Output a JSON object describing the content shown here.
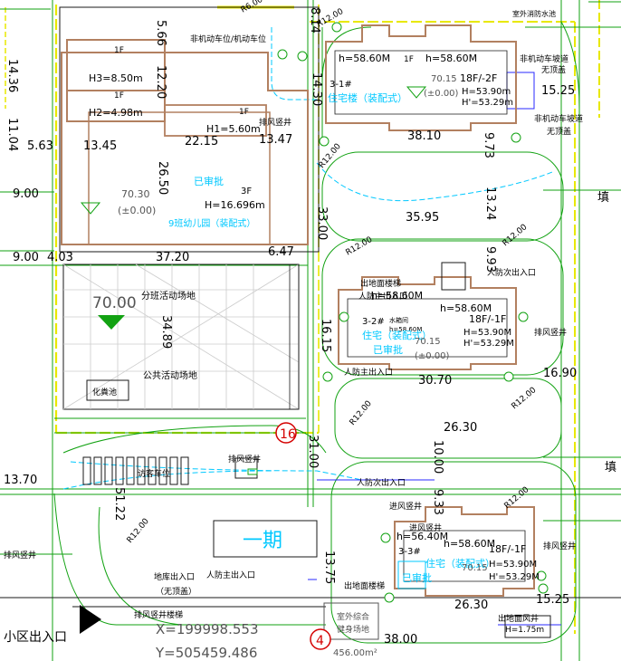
{
  "plot": {
    "dimensions": {
      "d_14_36": "14.36",
      "d_11_04": "11.04",
      "d_5_63": "5.63",
      "d_5_66": "5.66",
      "d_12_20": "12.20",
      "d_13_45": "13.45",
      "d_22_15": "22.15",
      "d_13_47": "13.47",
      "d_26_50": "26.50",
      "d_9_00a": "9.00",
      "d_9_00b": "9.00",
      "d_4_03": "4.03",
      "d_37_20": "37.20",
      "d_6_47": "6.47",
      "d_34_89": "34.89",
      "d_14_30": "14.30",
      "d_8_14": "8.14",
      "d_38_10": "38.10",
      "d_9_73": "9.73",
      "d_15_25a": "15.25",
      "d_33_00": "33.00",
      "d_13_24": "13.24",
      "d_35_95": "35.95",
      "d_9_93": "9.93",
      "d_16_15": "16.15",
      "d_30_70": "30.70",
      "d_16_90": "16.90",
      "d_26_30a": "26.30",
      "d_10_00": "10.00",
      "d_31_00": "31.00",
      "d_13_70": "13.70",
      "d_51_22": "51.22",
      "d_13_75": "13.75",
      "d_9_33": "9.33",
      "d_26_30b": "26.30",
      "d_15_25b": "15.25",
      "d_38_00": "38.00"
    },
    "radii": {
      "r_top": "R12.00",
      "r_left_mid": "R12.00",
      "r_right_mid": "R12.00",
      "r_center_low": "R12.00",
      "r_right_low": "R12.00",
      "r_right_lower2": "R12.00",
      "r_road_left": "R12.00",
      "r_top_right": "R6.00",
      "r_top_mid": "R12.00"
    },
    "buildings": {
      "kindergarten": {
        "floor_1f_a": "1F",
        "h3": "H3=8.50m",
        "floor_1f_b": "1F",
        "h2": "H2=4.98m",
        "floor_1f_c": "1F",
        "h1": "H1=5.60m",
        "elevation": "70.30",
        "datum": "(±0.00)",
        "approved": "已审批",
        "floors": "3F",
        "height": "H=16.696m",
        "name": "9班幼儿园（装配式）"
      },
      "res_3_1": {
        "h_a": "h=58.60M",
        "floor_1f": "1F",
        "h_b": "h=58.60M",
        "name_code": "3-1#",
        "elevation": "70.15",
        "datum": "(±0.00)",
        "floors": "18F/-2F",
        "height_a": "H=53.90m",
        "height_b": "H'=53.29m",
        "type": "住宅楼（装配式）"
      },
      "res_3_2": {
        "h_a": "h=58.60M",
        "h_b": "h=58.60M",
        "name_code": "3-2#",
        "note": "水箱间",
        "note2": "h=58.60M",
        "floors": "18F/-1F",
        "height_a": "H=53.90M",
        "height_b": "H'=53.29M",
        "type": "住宅（装配式）",
        "approved": "已审批",
        "elevation": "70.15",
        "datum": "(±0.00)"
      },
      "res_3_3": {
        "h_a": "h=56.40M",
        "h_b": "h=58.60M",
        "floors": "18F/-1F",
        "name_code": "3-3#",
        "type": "住宅（装配式）",
        "approved": "已审批",
        "elevation": "70.15",
        "height_a": "H=53.90M",
        "height_b": "H'=53.29M"
      }
    },
    "labels": {
      "nonmotor_top": "非机动车位/机动车位",
      "nonmotor_right": "非机动车坡道",
      "no_canopy": "无顶盖",
      "nonmotor_right2": "非机动车坡道",
      "no_canopy2": "无顶盖",
      "top_right_note": "室外消防水池",
      "exhaust_1": "排风竖井",
      "exhaust_2": "排风竖井",
      "exhaust_3": "排风竖井",
      "exhaust_4": "排风竖井",
      "exhaust_5": "排风竖井",
      "civil_sec_exit_1": "人防次出入口",
      "civil_main_exit_1": "人防主出入口",
      "civil_main_exit_2": "人防主出入口",
      "civil_sec_exit_2": "人防次出入口",
      "civil_main_exit_3": "人防主出入口",
      "ground_stair_1": "出地面楼梯",
      "ground_stair_2": "出地面楼梯",
      "garage_entry": "地库出入口",
      "garage_entry_sub": "（无顶盖）",
      "exhaust_stair": "排风竖井楼梯",
      "intake_1": "进风竖井",
      "intake_2": "进风竖井",
      "fill_1": "填",
      "fill_2": "填",
      "class_area": "分班活动场地",
      "public_area": "公共活动场地",
      "green_area": "化粪池",
      "visitor_parking": "访客车位",
      "phase": "一期",
      "community_entry": "小区出入口",
      "community_center": "室外综合",
      "community_center2": "健身场地",
      "area_value": "456.00m²",
      "ground_level_70": "70.00",
      "outdoor_station": "出地面风井",
      "h_175": "H=1.75m"
    },
    "circle_markers": {
      "m16": "16",
      "m4": "4"
    },
    "coordinates": {
      "x": "X=199998.553",
      "y": "Y=505459.486"
    }
  }
}
